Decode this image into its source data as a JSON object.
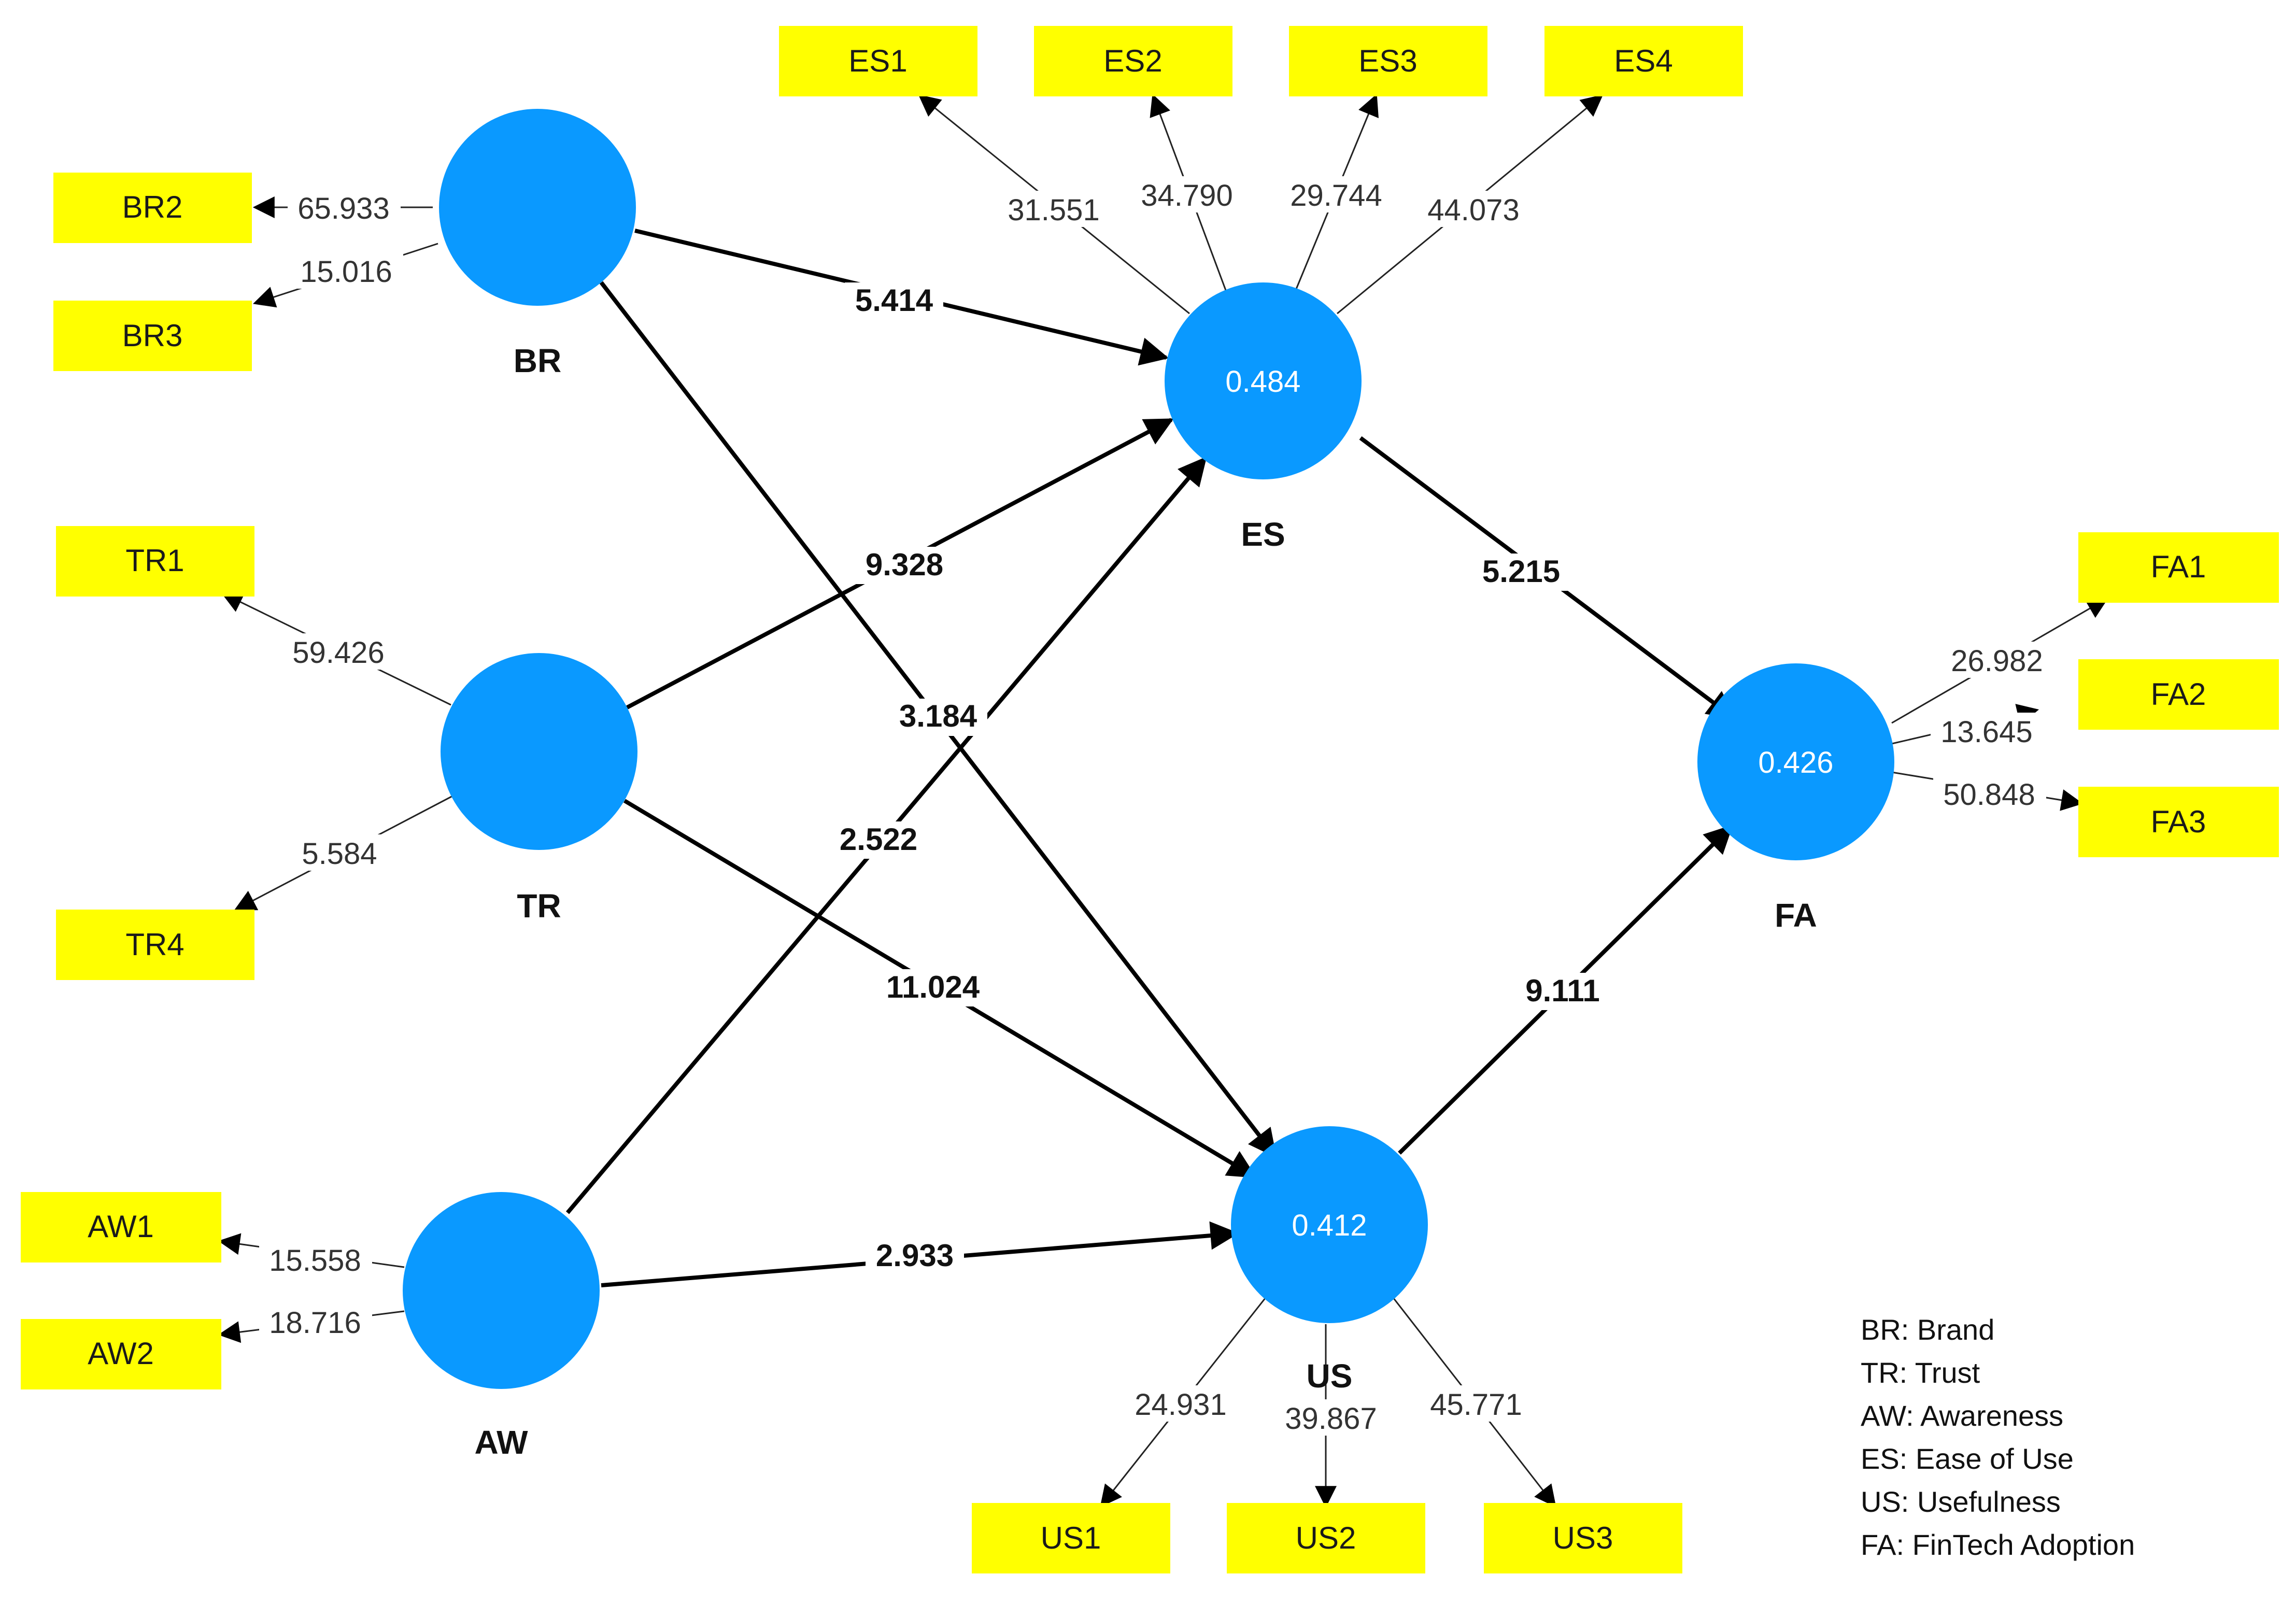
{
  "colors": {
    "construct_fill": "#0a99ff",
    "indicator_fill": "#ffff00",
    "edge": "#000000",
    "r2_text": "#ffffff"
  },
  "constructs": {
    "BR": {
      "name": "BR",
      "r2": ""
    },
    "TR": {
      "name": "TR",
      "r2": ""
    },
    "AW": {
      "name": "AW",
      "r2": ""
    },
    "ES": {
      "name": "ES",
      "r2": "0.484"
    },
    "US": {
      "name": "US",
      "r2": "0.412"
    },
    "FA": {
      "name": "FA",
      "r2": "0.426"
    }
  },
  "indicators": {
    "BR2": "BR2",
    "BR3": "BR3",
    "TR1": "TR1",
    "TR4": "TR4",
    "AW1": "AW1",
    "AW2": "AW2",
    "ES1": "ES1",
    "ES2": "ES2",
    "ES3": "ES3",
    "ES4": "ES4",
    "US1": "US1",
    "US2": "US2",
    "US3": "US3",
    "FA1": "FA1",
    "FA2": "FA2",
    "FA3": "FA3"
  },
  "loadings": {
    "BR2": "65.933",
    "BR3": "15.016",
    "TR1": "59.426",
    "TR4": "5.584",
    "AW1": "15.558",
    "AW2": "18.716",
    "ES1": "31.551",
    "ES2": "34.790",
    "ES3": "29.744",
    "ES4": "44.073",
    "US1": "24.931",
    "US2": "39.867",
    "US3": "45.771",
    "FA1": "26.982",
    "FA2": "13.645",
    "FA3": "50.848"
  },
  "paths": {
    "BR_ES": "5.414",
    "BR_US": "3.184",
    "TR_ES": "9.328",
    "TR_US": "11.024",
    "AW_ES": "2.522",
    "AW_US": "2.933",
    "ES_FA": "5.215",
    "US_FA": "9.111"
  },
  "legend": [
    "BR: Brand",
    "TR: Trust",
    "AW: Awareness",
    "ES: Ease of Use",
    "US: Usefulness",
    "FA: FinTech Adoption"
  ]
}
